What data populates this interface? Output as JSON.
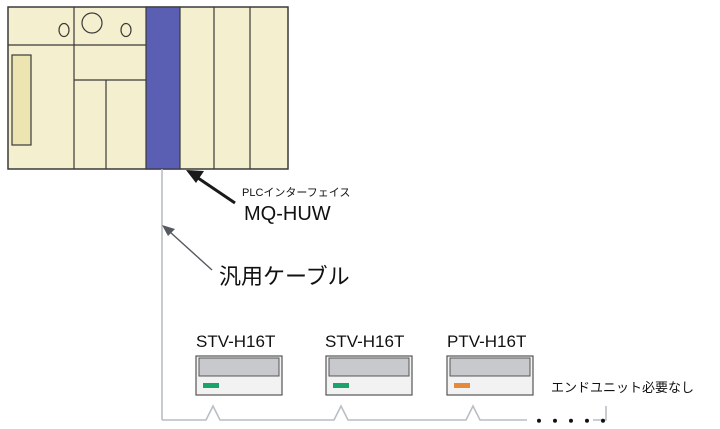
{
  "plc": {
    "interface_caption": "PLCインターフェイス",
    "interface_model": "MQ-HUW",
    "colors": {
      "body": "#f4f0cf",
      "outline": "#3a3a3a",
      "interface_module": "#5b5fb4",
      "display": "#ece5b2"
    }
  },
  "cable": {
    "label": "汎用ケーブル",
    "color": "#b9bec5"
  },
  "units": [
    {
      "model": "STV-H16T",
      "indicator_color": "#1aa36a"
    },
    {
      "model": "STV-H16T",
      "indicator_color": "#1aa36a"
    },
    {
      "model": "PTV-H16T",
      "indicator_color": "#e48a3a"
    }
  ],
  "continuation": "・・・・・",
  "end_note": "エンドユニット必要なし"
}
